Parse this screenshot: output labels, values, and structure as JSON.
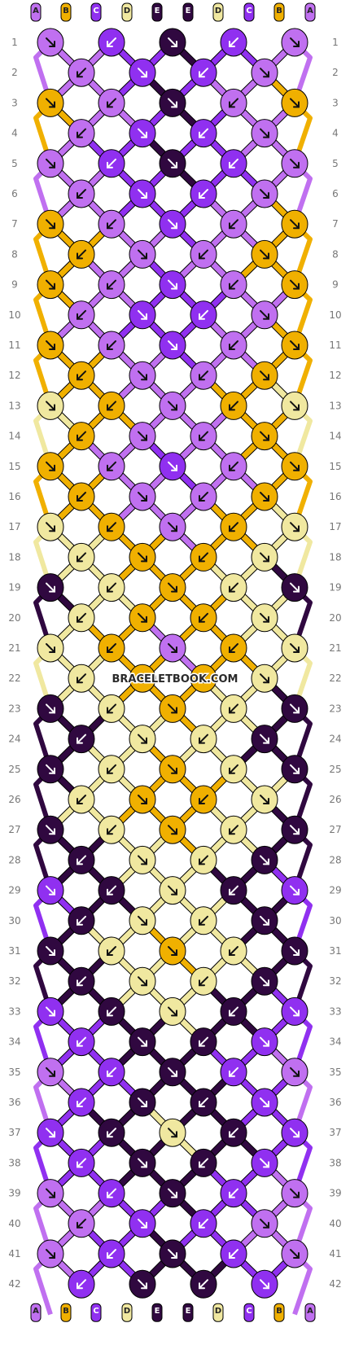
{
  "watermark": "BRACELETBOOK.COM",
  "strand_labels": [
    "A",
    "B",
    "C",
    "D",
    "E",
    "E",
    "D",
    "C",
    "B",
    "A"
  ],
  "strand_colors": [
    "#c070f0",
    "#f0b000",
    "#9030f0",
    "#f0e8a0",
    "#300840",
    "#300840",
    "#f0e8a0",
    "#9030f0",
    "#f0b000",
    "#c070f0"
  ],
  "row_count": 42,
  "row_labels": [
    "1",
    "2",
    "3",
    "4",
    "5",
    "6",
    "7",
    "8",
    "9",
    "10",
    "11",
    "12",
    "13",
    "14",
    "15",
    "16",
    "17",
    "18",
    "19",
    "20",
    "21",
    "22",
    "23",
    "24",
    "25",
    "26",
    "27",
    "28",
    "29",
    "30",
    "31",
    "32",
    "33",
    "34",
    "35",
    "36",
    "37",
    "38",
    "39",
    "40",
    "41",
    "42"
  ],
  "knot_rows": [
    [
      "#c070f0",
      "#9030f0",
      "#300840",
      "#9030f0",
      "#c070f0"
    ],
    [
      "#c070f0",
      "#9030f0",
      "#9030f0",
      "#c070f0"
    ],
    [
      "#f0b000",
      "#c070f0",
      "#300840",
      "#c070f0",
      "#f0b000"
    ],
    [
      "#c070f0",
      "#9030f0",
      "#9030f0",
      "#c070f0"
    ],
    [
      "#c070f0",
      "#9030f0",
      "#300840",
      "#9030f0",
      "#c070f0"
    ],
    [
      "#c070f0",
      "#9030f0",
      "#9030f0",
      "#c070f0"
    ],
    [
      "#f0b000",
      "#c070f0",
      "#9030f0",
      "#c070f0",
      "#f0b000"
    ],
    [
      "#f0b000",
      "#c070f0",
      "#c070f0",
      "#f0b000"
    ],
    [
      "#f0b000",
      "#c070f0",
      "#9030f0",
      "#c070f0",
      "#f0b000"
    ],
    [
      "#c070f0",
      "#9030f0",
      "#9030f0",
      "#c070f0"
    ],
    [
      "#f0b000",
      "#c070f0",
      "#9030f0",
      "#c070f0",
      "#f0b000"
    ],
    [
      "#f0b000",
      "#c070f0",
      "#c070f0",
      "#f0b000"
    ],
    [
      "#f0e8a0",
      "#f0b000",
      "#c070f0",
      "#f0b000",
      "#f0e8a0"
    ],
    [
      "#f0b000",
      "#c070f0",
      "#c070f0",
      "#f0b000"
    ],
    [
      "#f0b000",
      "#c070f0",
      "#9030f0",
      "#c070f0",
      "#f0b000"
    ],
    [
      "#f0b000",
      "#c070f0",
      "#c070f0",
      "#f0b000"
    ],
    [
      "#f0e8a0",
      "#f0b000",
      "#c070f0",
      "#f0b000",
      "#f0e8a0"
    ],
    [
      "#f0e8a0",
      "#f0b000",
      "#f0b000",
      "#f0e8a0"
    ],
    [
      "#300840",
      "#f0e8a0",
      "#f0b000",
      "#f0e8a0",
      "#300840"
    ],
    [
      "#f0e8a0",
      "#f0b000",
      "#f0b000",
      "#f0e8a0"
    ],
    [
      "#f0e8a0",
      "#f0b000",
      "#c070f0",
      "#f0b000",
      "#f0e8a0"
    ],
    [
      "#f0e8a0",
      "#f0b000",
      "#f0b000",
      "#f0e8a0"
    ],
    [
      "#300840",
      "#f0e8a0",
      "#f0b000",
      "#f0e8a0",
      "#300840"
    ],
    [
      "#300840",
      "#f0e8a0",
      "#f0e8a0",
      "#300840"
    ],
    [
      "#300840",
      "#f0e8a0",
      "#f0b000",
      "#f0e8a0",
      "#300840"
    ],
    [
      "#f0e8a0",
      "#f0b000",
      "#f0b000",
      "#f0e8a0"
    ],
    [
      "#300840",
      "#f0e8a0",
      "#f0b000",
      "#f0e8a0",
      "#300840"
    ],
    [
      "#300840",
      "#f0e8a0",
      "#f0e8a0",
      "#300840"
    ],
    [
      "#9030f0",
      "#300840",
      "#f0e8a0",
      "#300840",
      "#9030f0"
    ],
    [
      "#300840",
      "#f0e8a0",
      "#f0e8a0",
      "#300840"
    ],
    [
      "#300840",
      "#f0e8a0",
      "#f0b000",
      "#f0e8a0",
      "#300840"
    ],
    [
      "#300840",
      "#f0e8a0",
      "#f0e8a0",
      "#300840"
    ],
    [
      "#9030f0",
      "#300840",
      "#f0e8a0",
      "#300840",
      "#9030f0"
    ],
    [
      "#9030f0",
      "#300840",
      "#300840",
      "#9030f0"
    ],
    [
      "#c070f0",
      "#9030f0",
      "#300840",
      "#9030f0",
      "#c070f0"
    ],
    [
      "#9030f0",
      "#300840",
      "#300840",
      "#9030f0"
    ],
    [
      "#9030f0",
      "#300840",
      "#f0e8a0",
      "#300840",
      "#9030f0"
    ],
    [
      "#9030f0",
      "#300840",
      "#300840",
      "#9030f0"
    ],
    [
      "#c070f0",
      "#9030f0",
      "#300840",
      "#9030f0",
      "#c070f0"
    ],
    [
      "#c070f0",
      "#9030f0",
      "#9030f0",
      "#c070f0"
    ],
    [
      "#c070f0",
      "#9030f0",
      "#300840",
      "#9030f0",
      "#c070f0"
    ],
    [
      "#9030f0",
      "#300840",
      "#300840",
      "#9030f0"
    ]
  ],
  "arrow_dark_on": [
    "#c070f0",
    "#f0b000",
    "#f0e8a0"
  ]
}
